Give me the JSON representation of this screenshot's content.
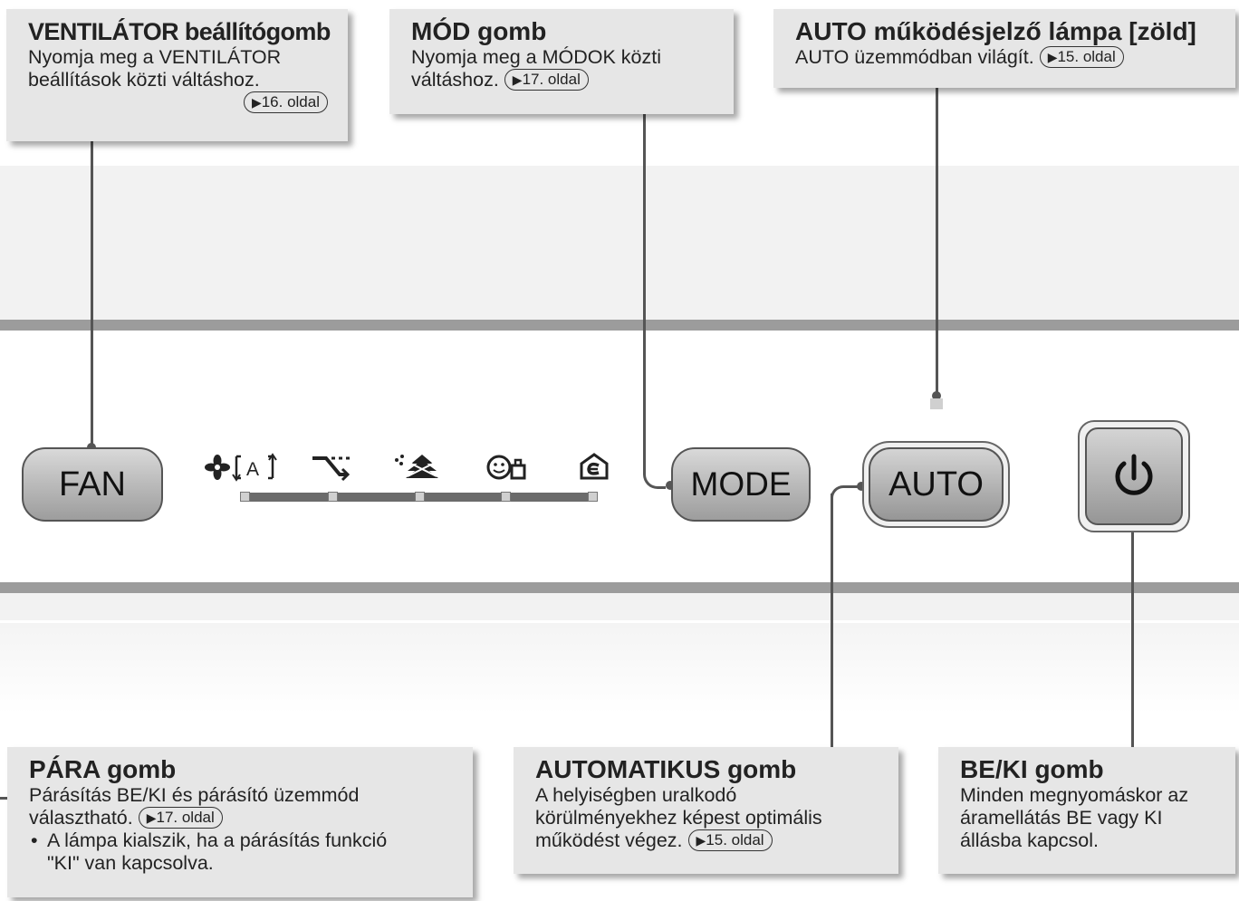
{
  "callouts": {
    "fan": {
      "title": "VENTILÁTOR beállítógomb",
      "line1": "Nyomja meg a VENTILÁTOR",
      "line2": "beállítások közti váltáshoz.",
      "ref": "16. oldal"
    },
    "mode": {
      "title": "MÓD gomb",
      "line1": "Nyomja meg a MÓDOK közti",
      "line2": "váltáshoz.",
      "ref": "17. oldal"
    },
    "auto_lamp": {
      "title": "AUTO működésjelző lámpa [zöld]",
      "line1": "AUTO üzemmódban világít.",
      "ref": "15. oldal"
    },
    "para": {
      "title": "PÁRA gomb",
      "line1": "Párásítás BE/KI és párásító üzemmód",
      "line2": "választható.",
      "ref": "17. oldal",
      "bullet_mark": "•",
      "bullet_line1": "A lámpa kialszik, ha a párásítás funkció",
      "bullet_line2": "\"KI\" van kapcsolva."
    },
    "automatikus": {
      "title": "AUTOMATIKUS gomb",
      "line1": "A helyiségben uralkodó",
      "line2": "körülményekhez képest optimális",
      "line3": "működést végez.",
      "ref": "15. oldal"
    },
    "onoff": {
      "title": "BE/KI gomb",
      "line1": "Minden megnyomáskor az",
      "line2": "áramellátás BE vagy KI",
      "line3": "állásba kapcsol."
    }
  },
  "ref_marker": "▶",
  "buttons": {
    "fan": "FAN",
    "mode": "MODE",
    "auto": "AUTO"
  },
  "mode_icons": [
    "fan-auto-icon",
    "circulator-icon",
    "pollen-icon",
    "comfort-icon",
    "economy-icon"
  ],
  "mode_icon_a_letter": "A",
  "colors": {
    "panel_band": "#f2f2f2",
    "rail": "#9c9c9c",
    "callout_bg": "#e6e6e6",
    "leader": "#555555"
  }
}
